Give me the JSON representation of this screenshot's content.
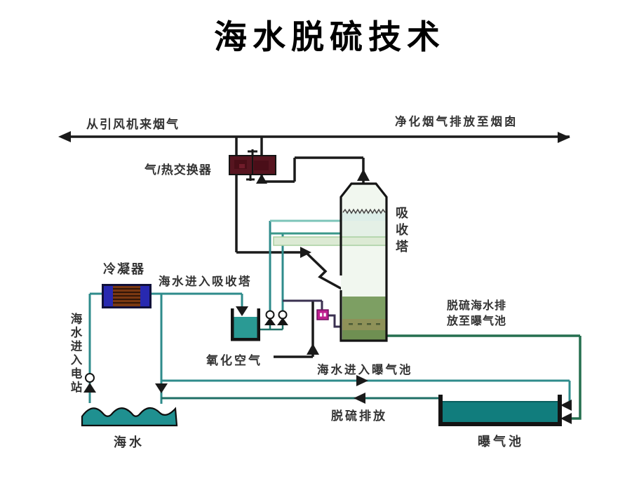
{
  "title": "海水脱硫技术",
  "labels": {
    "flue_gas_in": "从引风机来烟气",
    "clean_gas_out": "净化烟气排放至烟囱",
    "heat_exchanger": "气/热交换器",
    "absorption_tower": "吸收塔",
    "condenser": "冷凝器",
    "seawater_to_tower": "海水进入吸收塔",
    "seawater_to_plant": "海水进入电站",
    "oxidation_air": "氧化空气",
    "seawater_to_aeration_pond": "海水进入曝气池",
    "desulf_seawater_to_pond": "脱硫海水排放至曝气池",
    "desulf_discharge": "脱硫排放",
    "sea": "海水",
    "aeration_pond": "曝气池"
  },
  "colors": {
    "gas_line": "#1a1a1a",
    "seawater_line": "#2e8b8b",
    "discharge_line": "#1f6f66",
    "desulf_line": "#256f4f",
    "recirc_line": "#3a3050",
    "sea_fill": "#1f9090",
    "pond_fill": "#117d7d",
    "tank_fill": "#2a9a94",
    "tower_liquid": "#7d9f63",
    "heat_exchanger_fill": "#571520",
    "condenser_blue": "#2829b0",
    "condenser_core": "#7a3812",
    "valve_magenta": "#bf1f8f"
  }
}
